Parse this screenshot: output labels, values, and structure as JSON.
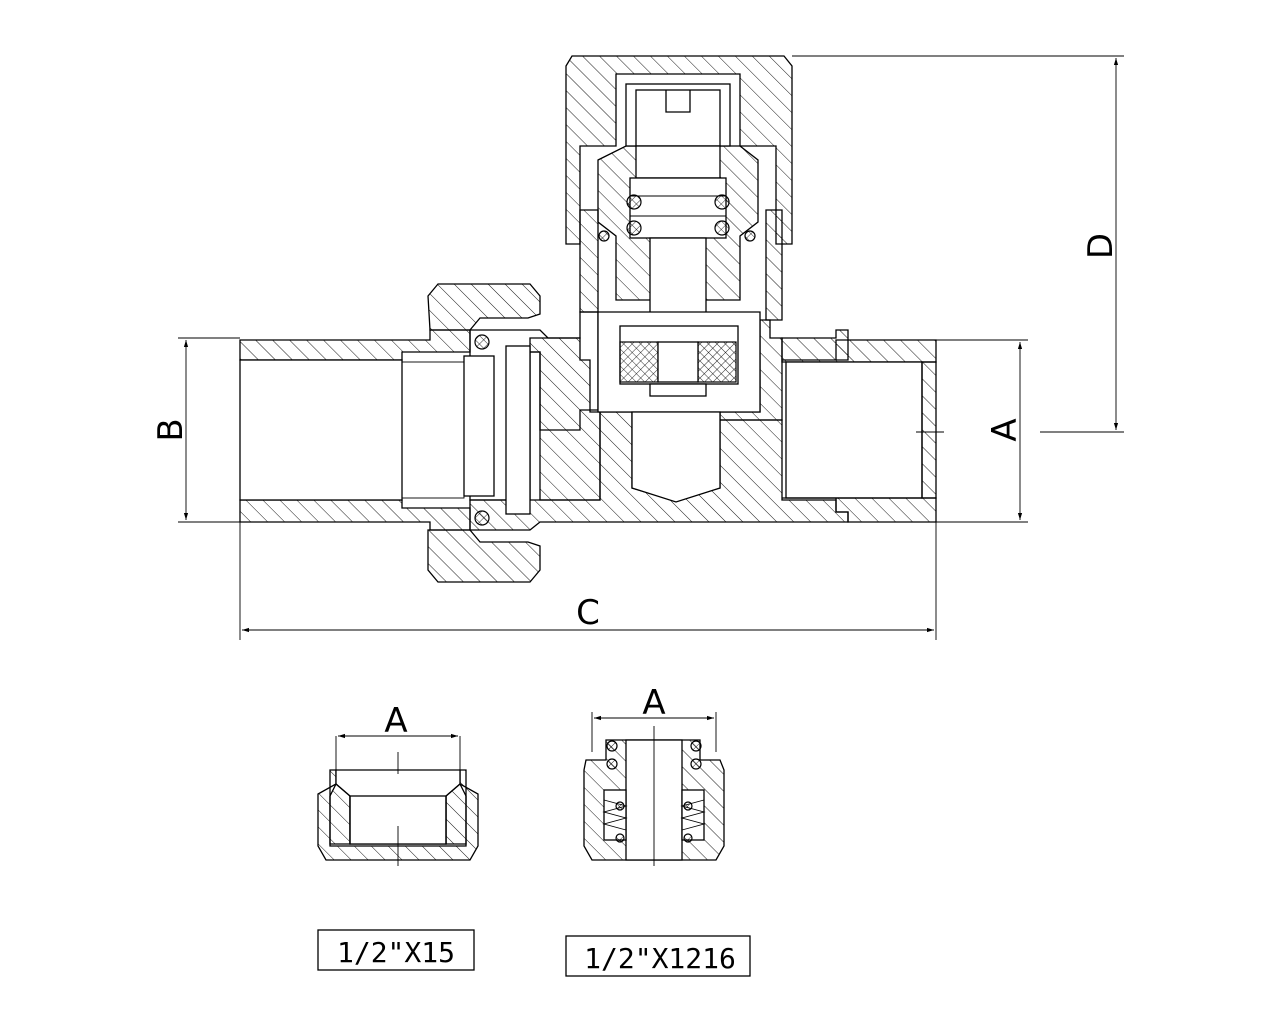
{
  "dimensions": {
    "a": "A",
    "b": "B",
    "c": "C",
    "d": "D"
  },
  "fittings": [
    {
      "dimension": "A",
      "label": "1/2\"X15"
    },
    {
      "dimension": "A",
      "label": "1/2\"X1216"
    }
  ],
  "colors": {
    "line": "#000000",
    "background": "#ffffff"
  }
}
